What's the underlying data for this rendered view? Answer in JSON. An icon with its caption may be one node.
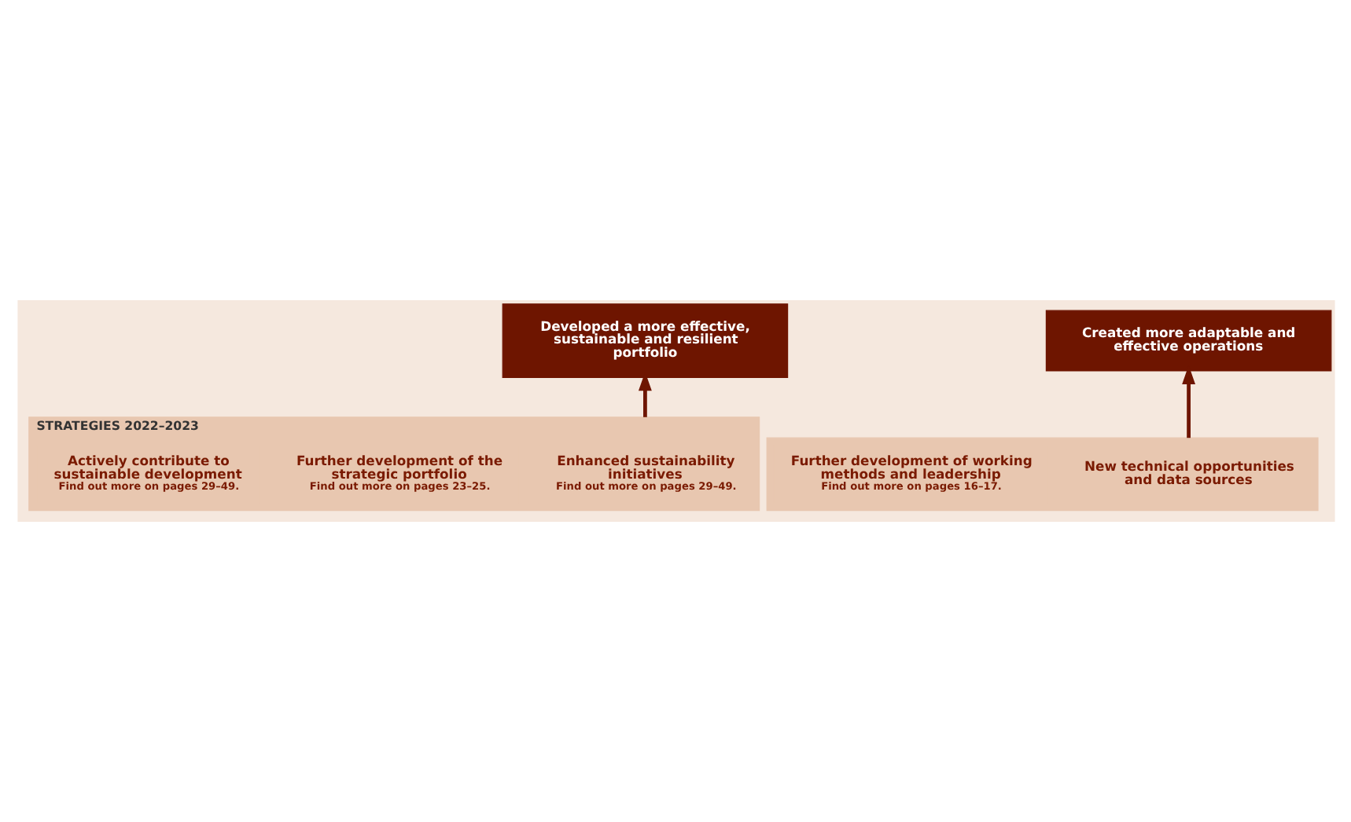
{
  "diagram": {
    "nodes": [
      {
        "text": [
          "Developed a more effective, sustainable and resilient portfolio"
        ]
      },
      {
        "text": [
          "Created more adaptable and effective operations"
        ]
      },
      {
        "text": [
          "STRATEGIES 2022–2023"
        ]
      },
      {
        "text": [
          "Enhanced sustainability initiatives",
          "Find out more on pages 29–49."
        ],
        "in": 2
      },
      {
        "text": [
          "Further development of the strategic portfolio",
          "Find out more on pages 23–25."
        ],
        "in": 2
      },
      {
        "text": [
          "Actively contribute to sustainable development",
          "Find out more on pages 29–49."
        ],
        "in": 2
      },
      {
        "text": [],
        "shape": "box"
      },
      {
        "text": [
          "New technical opportunities and data sources"
        ],
        "in": 6
      },
      {
        "text": [
          "Further development of working methods and leadership",
          "Find out more on pages 16–17."
        ],
        "in": 6
      }
    ],
    "edges": [
      {
        "from": 2,
        "to": 0,
        "arrow": "to"
      },
      {
        "from": 6,
        "to": 1,
        "arrow": "to"
      }
    ]
  }
}
